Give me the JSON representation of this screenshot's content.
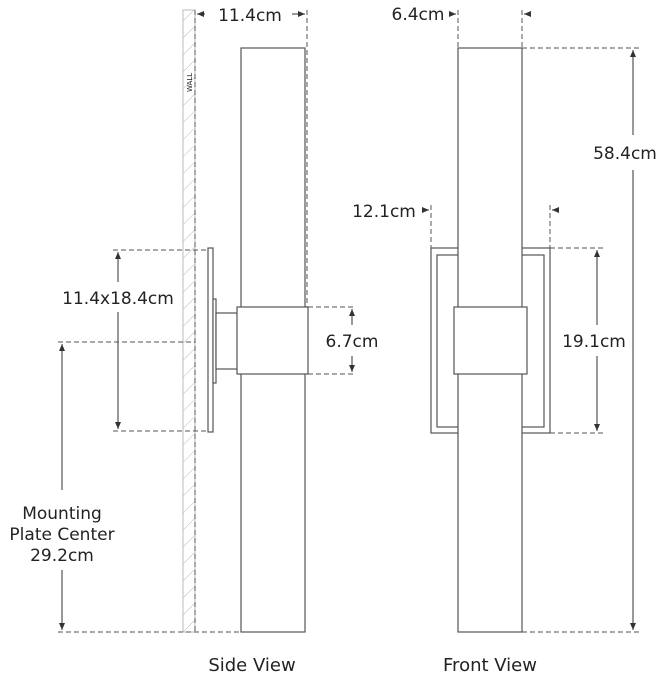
{
  "side_view": {
    "label": "Side View",
    "wall_label": "WALL",
    "depth": "11.4cm",
    "plate_size": "11.4x18.4cm",
    "arm_height": "6.7cm",
    "mounting_label_line1": "Mounting",
    "mounting_label_line2": "Plate Center",
    "mounting_height": "29.2cm"
  },
  "front_view": {
    "label": "Front View",
    "tube_width": "6.4cm",
    "overall_height": "58.4cm",
    "plate_width": "12.1cm",
    "plate_height": "19.1cm"
  }
}
